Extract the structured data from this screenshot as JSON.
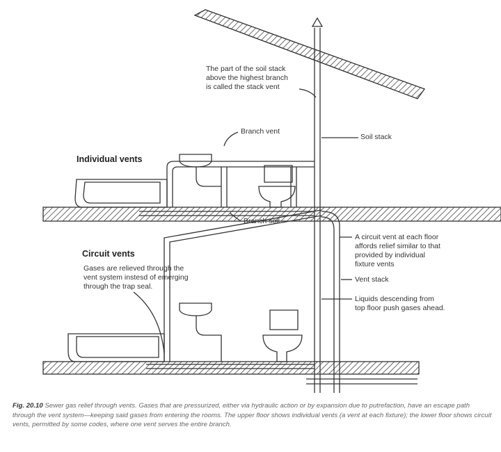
{
  "labels": {
    "stack_vent_note": [
      "The part of the soil stack",
      "above the highest branch",
      "is called the stack vent"
    ],
    "branch_vent": "Branch vent",
    "soil_stack": "Soil stack",
    "individual_vents": "Individual vents",
    "branch_soil": "Branch soil",
    "circuit_vent_note": [
      "A circuit vent at each floor",
      "affords relief similar to that",
      "provided by individual",
      "fixture vents"
    ],
    "vent_stack": "Vent stack",
    "liquids_note": [
      "Liquids descending from",
      "top floor push gases ahead."
    ],
    "circuit_vents": "Circuit vents",
    "gases_note": [
      "Gases are relieved through the",
      "vent system instesd of emerging",
      "through the trap seal."
    ]
  },
  "caption": {
    "fig": "Fig. 20.10",
    "text": " Sewer gas relief through vents. Gases that are pressurized, either via hydraulic action or by expansion due to putrefaction, have an escape path through the vent system—keeping said gases from entering the rooms. The upper floor shows individual vents (a vent at each fixture); the lower floor shows circuit vents, permitted by some codes, where one vent serves the entire branch."
  }
}
